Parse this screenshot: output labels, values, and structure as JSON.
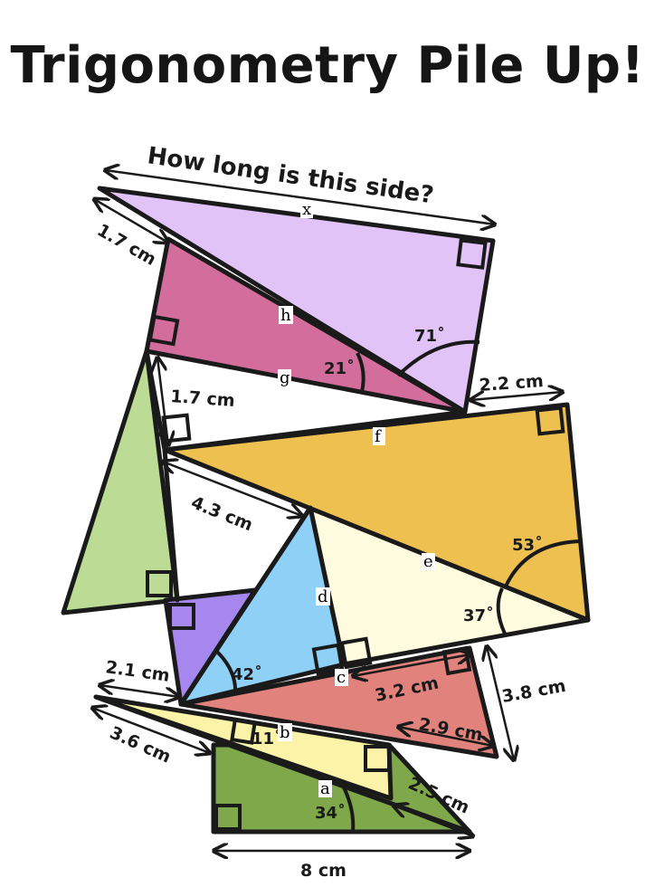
{
  "title": "Trigonometry Pile Up!",
  "question": "How long is this side?",
  "variables": [
    "x",
    "h",
    "g",
    "f",
    "e",
    "d",
    "c",
    "b",
    "a"
  ],
  "lengths": {
    "top_left": "1.7 cm",
    "left_mid": "1.7 cm",
    "right_upper": "2.2 cm",
    "diag_mid": "4.3 cm",
    "left_low": "2.1 cm",
    "bottom_right_a": "3.2 cm",
    "right_low": "3.8 cm",
    "bottom_right_b": "2.9 cm",
    "left_bottom": "3.6 cm",
    "bottom_right_c": "2.5 cm",
    "base": "8 cm"
  },
  "angles": {
    "lilac": "71˚",
    "pink": "21˚",
    "gold": "53˚",
    "cream": "37˚",
    "blue": "42˚",
    "yellow": "11˚",
    "green": "34˚"
  },
  "colors": {
    "lilac": "#e2c3f8",
    "pink": "#d26d9c",
    "gold": "#eec04f",
    "cream": "#fefbdf",
    "green_left": "#bcdb95",
    "blue": "#8fd0f7",
    "purple": "#a687ee",
    "salmon": "#e2827c",
    "yellow": "#fbf3a8",
    "green_bottom": "#7ea84a"
  }
}
